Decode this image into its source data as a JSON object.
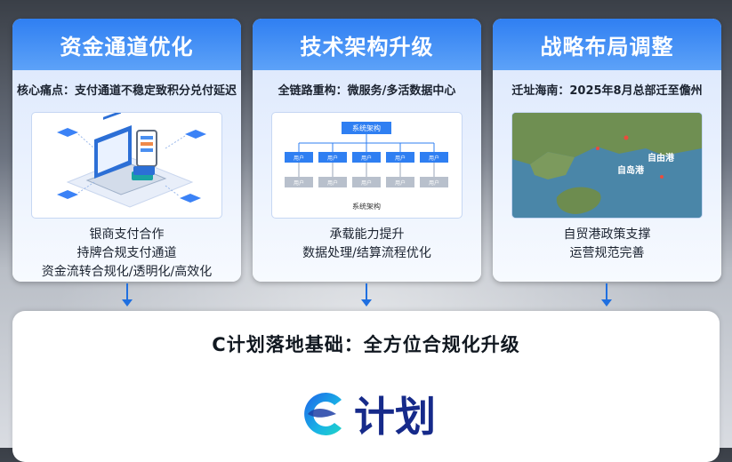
{
  "colors": {
    "header_blue": "#2f7ff2",
    "arrow_blue": "#1f6fe0",
    "logo_navy": "#162a8a"
  },
  "cards": [
    {
      "title": "资金通道优化",
      "subtitle": "核心痛点：支付通道不稳定致积分兑付延迟",
      "illustration": "laptop-payment-network",
      "points": [
        "银商支付合作",
        "持牌合规支付通道",
        "资金流转合规化/透明化/高效化"
      ]
    },
    {
      "title": "技术架构升级",
      "subtitle": "全链路重构：微服务/多活数据中心",
      "illustration": "system-architecture-diagram",
      "diagram": {
        "root": "系统架构",
        "row1": [
          "用户",
          "用户",
          "用户",
          "用户",
          "用户"
        ],
        "row2": [
          "用户",
          "用户",
          "用户",
          "用户",
          "用户"
        ],
        "caption": "系统架构"
      },
      "points": [
        "承载能力提升",
        "数据处理/结算流程优化"
      ]
    },
    {
      "title": "战略布局调整",
      "subtitle": "迁址海南：2025年8月总部迁至儋州",
      "illustration": "hainan-map",
      "map_labels": [
        "自由港",
        "自岛港"
      ],
      "points": [
        "自贸港政策支撑",
        "运营规范完善"
      ]
    }
  ],
  "bottom": {
    "title": "C计划落地基础：全方位合规化升级",
    "logo_text": "计划"
  }
}
